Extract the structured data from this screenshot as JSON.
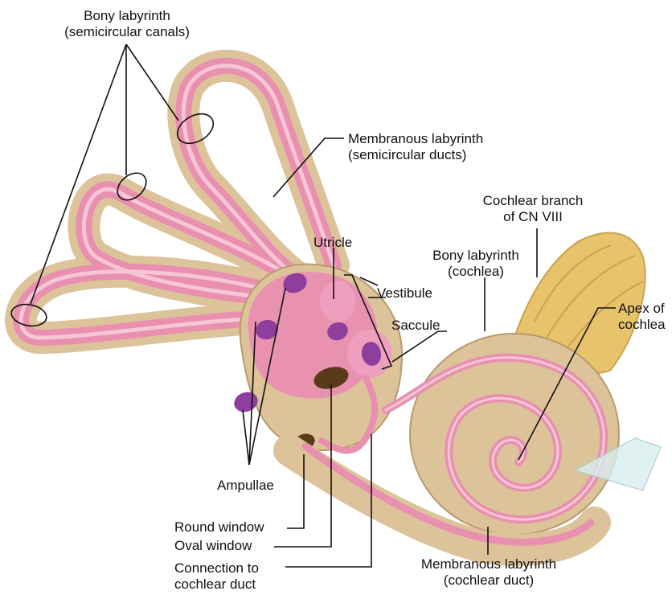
{
  "labels": {
    "bony_semicircular": [
      "Bony labyrinth",
      "(semicircular canals)"
    ],
    "membranous_semicircular": [
      "Membranous labyrinth",
      "(semicircular ducts)"
    ],
    "cochlear_branch": [
      "Cochlear branch",
      "of CN VIII"
    ],
    "utricle": "Utricle",
    "bony_cochlea": [
      "Bony labyrinth",
      "(cochlea)"
    ],
    "vestibule": "Vestibule",
    "saccule": "Saccule",
    "apex": [
      "Apex of",
      "cochlea"
    ],
    "ampullae": "Ampullae",
    "round_window": "Round window",
    "oval_window": "Oval window",
    "connection": [
      "Connection to",
      "cochlear duct"
    ],
    "membranous_cochlear": [
      "Membranous labyrinth",
      "(cochlear duct)"
    ]
  },
  "colors": {
    "bone": "#dcc39a",
    "bone_dark": "#b89a6c",
    "membrane": "#e98fb0",
    "membrane_light": "#f6c6d6",
    "ampulla": "#8e3f9e",
    "nerve": "#e7c36c",
    "leader": "#111111"
  }
}
